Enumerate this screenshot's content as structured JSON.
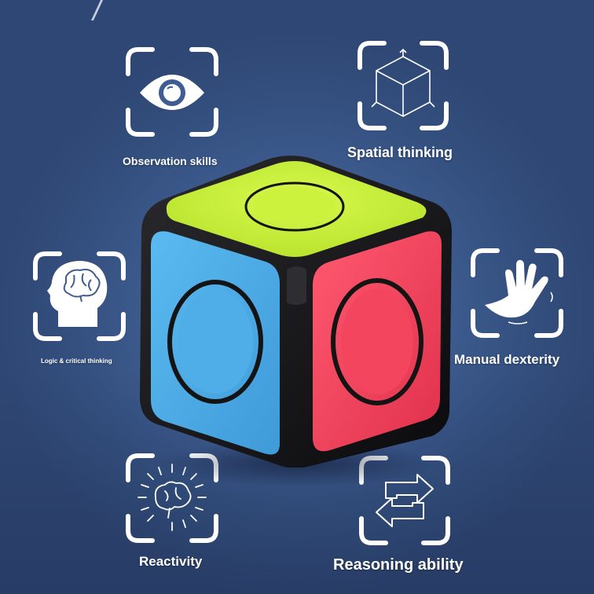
{
  "skills": [
    {
      "id": "observation",
      "label": "Observation skills",
      "icon": "eye-icon"
    },
    {
      "id": "spatial",
      "label": "Spatial thinking",
      "icon": "cube-outline-icon"
    },
    {
      "id": "logic",
      "label": "Logic & critical thinking",
      "icon": "brain-head-icon"
    },
    {
      "id": "dexterity",
      "label": "Manual dexterity",
      "icon": "hand-icon"
    },
    {
      "id": "reactivity",
      "label": "Reactivity",
      "icon": "radiant-brain-icon"
    },
    {
      "id": "reasoning",
      "label": "Reasoning ability",
      "icon": "cycle-arrows-icon"
    }
  ],
  "colors": {
    "background": "#3f5d92",
    "cube_body": "#111111",
    "face_top": "#c9f13a",
    "face_left": "#4aaee8",
    "face_right": "#f2435c",
    "icon_stroke": "#ffffff"
  }
}
